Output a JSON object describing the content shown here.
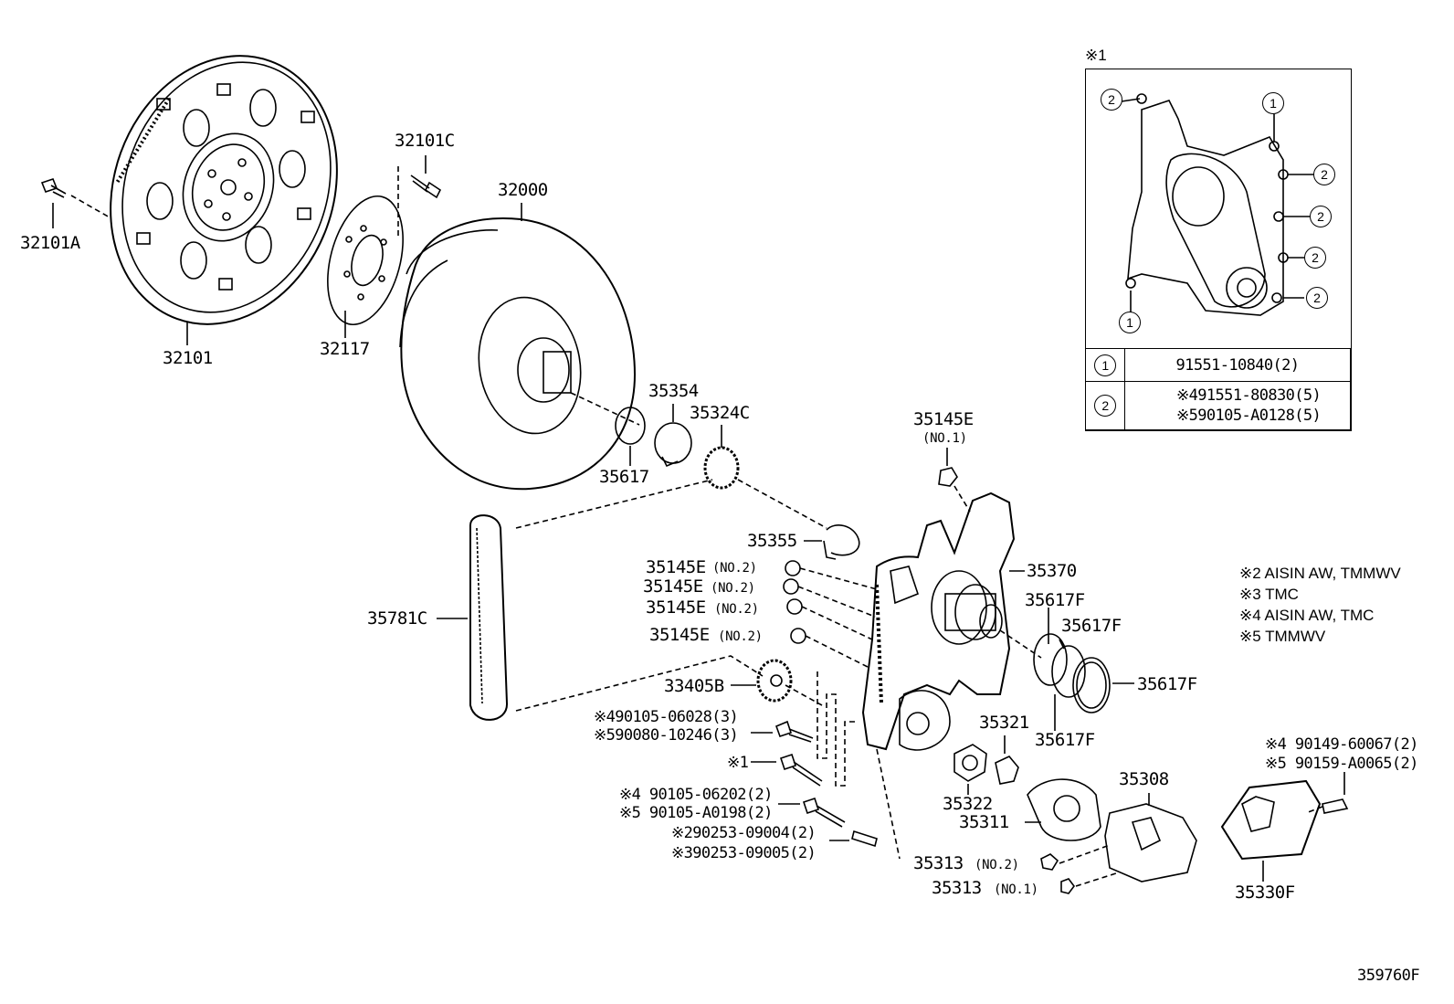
{
  "labels": {
    "p32101A": "32101A",
    "p32101": "32101",
    "p32101C": "32101C",
    "p32117": "32117",
    "p32000": "32000",
    "p35354": "35354",
    "p35324C": "35324C",
    "p35617": "35617",
    "p35145E_no1": "35145E",
    "p35145E_no1_sub": "(NO.1)",
    "p35355": "35355",
    "p35370": "35370",
    "p35145E_a": "35145E",
    "p35145E_b": "35145E",
    "p35145E_c": "35145E",
    "p35145E_d": "35145E",
    "no2": "(NO.2)",
    "p35781C": "35781C",
    "p33405B": "33405B",
    "p35617F_a": "35617F",
    "p35617F_b": "35617F",
    "p35617F_c": "35617F",
    "p35617F_d": "35617F",
    "p35321": "35321",
    "p35322": "35322",
    "p35311": "35311",
    "p35308": "35308",
    "p35313_no2": "35313",
    "p35313_no2_sub": "(NO.2)",
    "p35313_no1": "35313",
    "p35313_no1_sub": "(NO.1)",
    "p35330F": "35330F",
    "bolt1": "※490105-06028(3)",
    "bolt2": "※590080-10246(3)",
    "bolt3": "※1",
    "bolt4": "※4 90105-06202(2)",
    "bolt5": "※5 90105-A0198(2)",
    "pin1": "※290253-09004(2)",
    "pin2": "※390253-09005(2)",
    "pan1": "※4 90149-60067(2)",
    "pan2": "※5 90159-A0065(2)",
    "diagram_id": "359760F"
  },
  "notes": [
    "※2 AISIN AW, TMMWV",
    "※3 TMC",
    "※4 AISIN AW, TMC",
    "※5 TMMWV"
  ],
  "inset": {
    "title": "※1",
    "callout_1": "1",
    "callout_2": "2",
    "row1_part": "91551-10840(2)",
    "row2_part_a": "※491551-80830(5)",
    "row2_part_b": "※590105-A0128(5)"
  }
}
